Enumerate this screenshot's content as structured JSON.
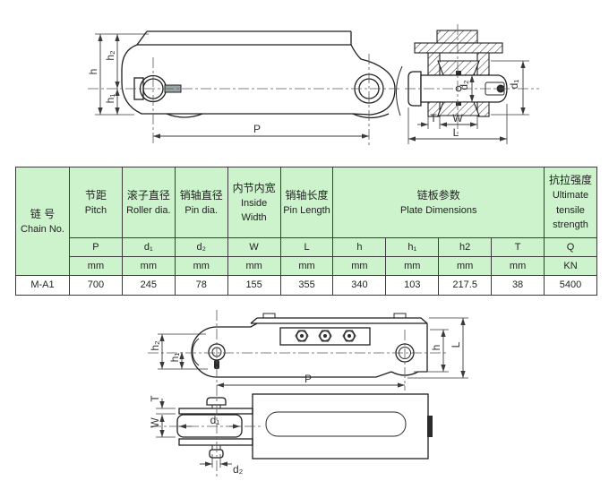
{
  "labels": {
    "h": "h",
    "h1": "h₁",
    "h2": "h₂",
    "P": "P",
    "d1": "d₁",
    "d2": "d₂",
    "T": "T",
    "W": "W",
    "L": "L"
  },
  "table": {
    "chain": {
      "cn": "链  号",
      "en": "Chain No."
    },
    "cols": [
      {
        "cn": "节距",
        "en": "Pitch"
      },
      {
        "cn": "滚子直径",
        "en": "Roller dia."
      },
      {
        "cn": "销轴直径",
        "en": "Pin dia."
      },
      {
        "cn": "内节内宽",
        "en": "Inside Width"
      },
      {
        "cn": "销轴长度",
        "en": "Pin Length"
      }
    ],
    "plate_group": {
      "cn": "链板参数",
      "en": "Plate Dimensions"
    },
    "strength": {
      "cn": "抗拉强度",
      "en1": "Ultimate",
      "en2": "tensile",
      "en3": "strength"
    },
    "symbols": [
      "P",
      "d₁",
      "d₂",
      "W",
      "L",
      "h",
      "h₁",
      "h2",
      "T",
      "Q"
    ],
    "units": [
      "mm",
      "mm",
      "mm",
      "mm",
      "mm",
      "mm",
      "mm",
      "mm",
      "mm",
      "KN"
    ],
    "row": {
      "chain_no": "M-A1",
      "values": [
        "700",
        "245",
        "78",
        "155",
        "355",
        "340",
        "103",
        "217.5",
        "38",
        "5400"
      ]
    }
  }
}
